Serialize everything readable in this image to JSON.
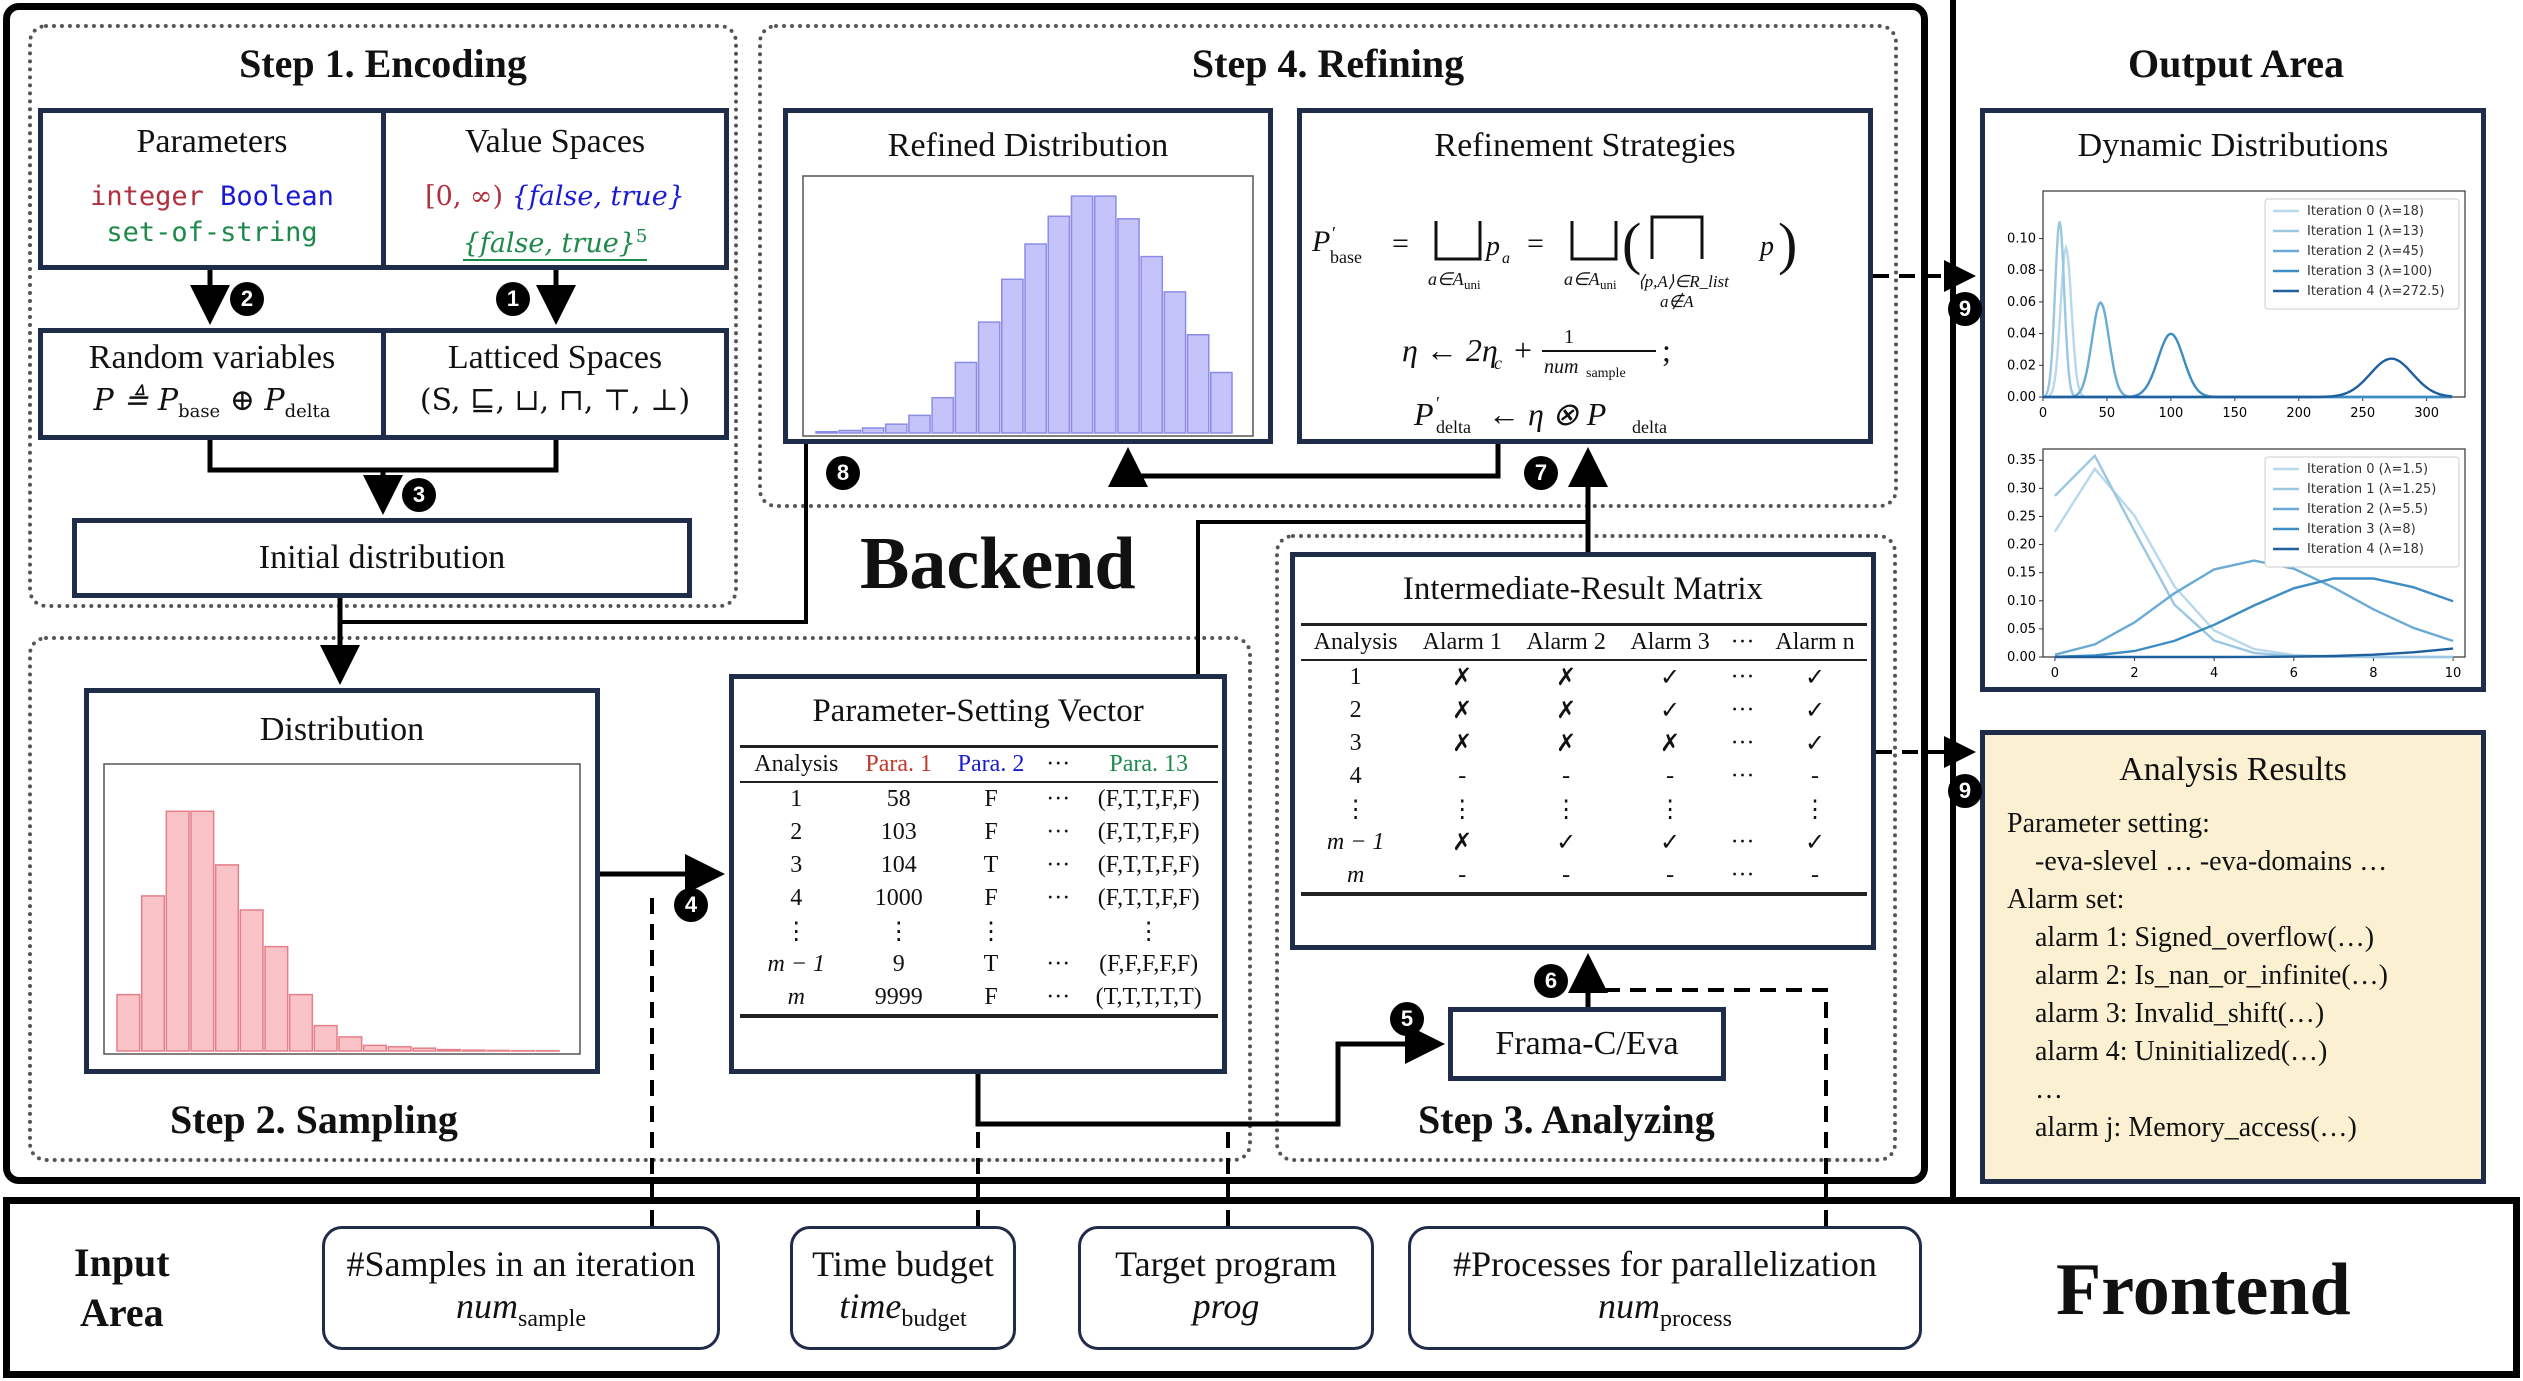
{
  "backend_label": "Backend",
  "frontend_label": "Frontend",
  "step1": {
    "title": "Step 1. Encoding",
    "parameters": {
      "title": "Parameters",
      "types": [
        "integer",
        "Boolean",
        "set-of-string"
      ]
    },
    "value_spaces": {
      "title": "Value Spaces",
      "int_space": "[0, ∞)",
      "bool_space": "{false, true}",
      "set_space": "{false, true}",
      "set_exp": "5"
    },
    "random_variables": {
      "title": "Random variables",
      "formula": "P ≜ P",
      "sub_base": "base",
      "oplus": " ⊕ P",
      "sub_delta": "delta"
    },
    "latticed_spaces": {
      "title": "Latticed Spaces",
      "formula": "(S, ⊑, ⊔, ⊓, ⊤, ⊥)"
    },
    "initial_distribution": "Initial distribution"
  },
  "step2": {
    "title": "Step 2. Sampling",
    "distribution": {
      "title": "Distribution"
    },
    "psv": {
      "title": "Parameter-Setting Vector",
      "headers": [
        "Analysis",
        "Para. 1",
        "Para. 2",
        "···",
        "Para. 13"
      ],
      "rows": [
        [
          "1",
          "58",
          "F",
          "···",
          "(F,T,T,F,F)"
        ],
        [
          "2",
          "103",
          "F",
          "···",
          "(F,T,T,F,F)"
        ],
        [
          "3",
          "104",
          "T",
          "···",
          "(F,T,T,F,F)"
        ],
        [
          "4",
          "1000",
          "F",
          "···",
          "(F,T,T,F,F)"
        ],
        [
          "⋮",
          "⋮",
          "⋮",
          "",
          "⋮"
        ],
        [
          "m − 1",
          "9",
          "T",
          "···",
          "(F,F,F,F,F)"
        ],
        [
          "m",
          "9999",
          "F",
          "···",
          "(T,T,T,T,T)"
        ]
      ]
    }
  },
  "step3": {
    "title": "Step 3. Analyzing",
    "frama": "Frama-C/Eva",
    "matrix": {
      "title": "Intermediate-Result Matrix",
      "headers": [
        "Analysis",
        "Alarm 1",
        "Alarm 2",
        "Alarm 3",
        "···",
        "Alarm n"
      ],
      "rows": [
        [
          "1",
          "✗",
          "✗",
          "✓",
          "···",
          "✓"
        ],
        [
          "2",
          "✗",
          "✗",
          "✓",
          "···",
          "✓"
        ],
        [
          "3",
          "✗",
          "✗",
          "✗",
          "···",
          "✓"
        ],
        [
          "4",
          "-",
          "-",
          "-",
          "···",
          "-"
        ],
        [
          "⋮",
          "⋮",
          "⋮",
          "⋮",
          "",
          "⋮"
        ],
        [
          "m − 1",
          "✗",
          "✓",
          "✓",
          "···",
          "✓"
        ],
        [
          "m",
          "-",
          "-",
          "-",
          "···",
          "-"
        ]
      ]
    }
  },
  "step4": {
    "title": "Step 4. Refining",
    "refined": {
      "title": "Refined Distribution"
    },
    "strategies": {
      "title": "Refinement Strategies"
    }
  },
  "output": {
    "title": "Output Area",
    "dynamic": {
      "title": "Dynamic Distributions"
    },
    "analysis_results": {
      "title": "Analysis Results",
      "param_label": "Parameter setting:",
      "param_value": "-eva-slevel … -eva-domains …",
      "alarm_label": "Alarm set:",
      "alarms": [
        "alarm 1: Signed_overflow(…)",
        "alarm 2: Is_nan_or_infinite(…)",
        "alarm 3: Invalid_shift(…)",
        "alarm 4: Uninitialized(…)",
        "…",
        "alarm j: Memory_access(…)"
      ]
    }
  },
  "input": {
    "title_line1": "Input",
    "title_line2": "Area",
    "items": [
      {
        "label": "#Samples in an iteration",
        "var": "num",
        "sub": "sample"
      },
      {
        "label": "Time budget",
        "var": "time",
        "sub": "budget"
      },
      {
        "label": "Target program",
        "var": "prog",
        "sub": ""
      },
      {
        "label": "#Processes for parallelization",
        "var": "num",
        "sub": "process"
      }
    ]
  },
  "step_numbers": [
    "1",
    "2",
    "3",
    "4",
    "5",
    "6",
    "7",
    "8",
    "9",
    "9"
  ],
  "colors": {
    "pink": "#f9c3c8",
    "pink_edge": "#e57f8a",
    "lavender": "#c4c4fa",
    "lav_edge": "#8c8ce6",
    "panel": "#fbf1d2",
    "navy": "#1f2d4a",
    "red": "#c0392b",
    "blue": "#1a1ad6",
    "green": "#1d8a4a"
  },
  "chart_data": [
    {
      "type": "bar",
      "name_ref": "Distribution",
      "values": [
        0.2,
        0.55,
        0.85,
        0.85,
        0.66,
        0.5,
        0.37,
        0.2,
        0.09,
        0.05,
        0.02,
        0.015,
        0.01,
        0.005,
        0.003,
        0.002,
        0.001,
        0.001
      ]
    },
    {
      "type": "bar",
      "name_ref": "Refined Distribution",
      "values": [
        0.005,
        0.01,
        0.02,
        0.035,
        0.07,
        0.14,
        0.28,
        0.44,
        0.61,
        0.75,
        0.86,
        0.94,
        0.94,
        0.85,
        0.7,
        0.56,
        0.39,
        0.24
      ]
    },
    {
      "type": "line",
      "xlim": [
        0,
        330
      ],
      "ylim": [
        0,
        0.13
      ],
      "xticks": [
        "0",
        "50",
        "100",
        "150",
        "200",
        "250",
        "300"
      ],
      "yticks": [
        "0.00",
        "0.02",
        "0.04",
        "0.06",
        "0.08",
        "0.10"
      ],
      "series": [
        {
          "name": "Iteration 0 (λ=18)",
          "color": "#b8d8ec",
          "mu": 18,
          "sigma": 4.24
        },
        {
          "name": "Iteration 1 (λ=13)",
          "color": "#9bc7e3",
          "mu": 13,
          "sigma": 3.6
        },
        {
          "name": "Iteration 2 (λ=45)",
          "color": "#6aabd6",
          "mu": 45,
          "sigma": 6.7
        },
        {
          "name": "Iteration 3 (λ=100)",
          "color": "#3d8cc4",
          "mu": 100,
          "sigma": 10
        },
        {
          "name": "Iteration 4 (λ=272.5)",
          "color": "#1f5f9e",
          "mu": 272.5,
          "sigma": 16.5
        }
      ]
    },
    {
      "type": "line",
      "xlim": [
        -0.3,
        10.3
      ],
      "ylim": [
        0,
        0.37
      ],
      "xticks": [
        "0",
        "2",
        "4",
        "6",
        "8",
        "10"
      ],
      "yticks": [
        "0.00",
        "0.05",
        "0.10",
        "0.15",
        "0.20",
        "0.25",
        "0.30",
        "0.35"
      ],
      "series": [
        {
          "name": "Iteration 0 (λ=1.5)",
          "color": "#b8d8ec",
          "lambda": 1.5
        },
        {
          "name": "Iteration 1 (λ=1.25)",
          "color": "#9bc7e3",
          "lambda": 1.25
        },
        {
          "name": "Iteration 2 (λ=5.5)",
          "color": "#6aabd6",
          "lambda": 5.5
        },
        {
          "name": "Iteration 3 (λ=8)",
          "color": "#3d8cc4",
          "lambda": 8
        },
        {
          "name": "Iteration 4 (λ=18)",
          "color": "#1f5f9e",
          "lambda": 18
        }
      ]
    }
  ]
}
